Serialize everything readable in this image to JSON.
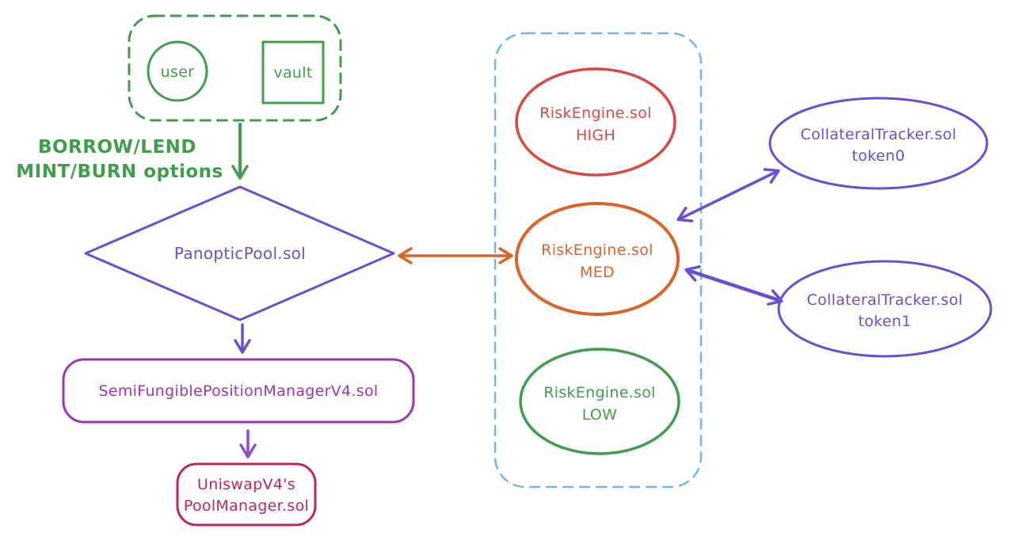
{
  "diagram": {
    "actors": {
      "user": "user",
      "vault": "vault"
    },
    "annotation": {
      "line1": "BORROW/LEND",
      "line2": "MINT/BURN options"
    },
    "pool": {
      "label": "PanopticPool.sol"
    },
    "sfpm": {
      "label": "SemiFungiblePositionManagerV4.sol"
    },
    "uniswap": {
      "line1": "UniswapV4's",
      "line2": "PoolManager.sol"
    },
    "risk": {
      "high": {
        "name": "RiskEngine.sol",
        "level": "HIGH"
      },
      "med": {
        "name": "RiskEngine.sol",
        "level": "MED"
      },
      "low": {
        "name": "RiskEngine.sol",
        "level": "LOW"
      }
    },
    "collateral": {
      "token0": {
        "name": "CollateralTracker.sol",
        "token": "token0"
      },
      "token1": {
        "name": "CollateralTracker.sol",
        "token": "token1"
      }
    }
  },
  "colors": {
    "green": "#3f9e4a",
    "violet": "#6451d6",
    "grape": "#9c36b5",
    "crimson": "#c2255c",
    "red": "#d9493f",
    "orange": "#db6327",
    "sky_blue": "#74b6e9",
    "purple_arrow": "#8a4fd0"
  }
}
